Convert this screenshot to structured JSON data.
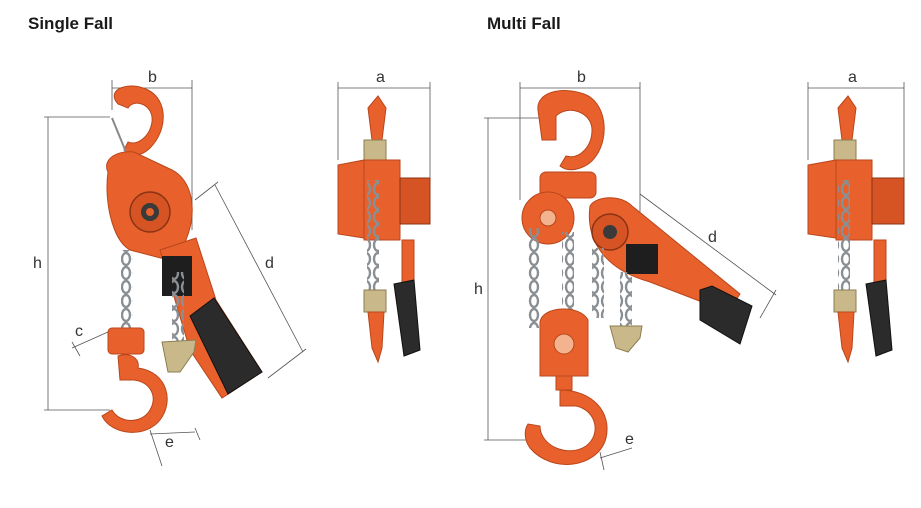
{
  "titles": {
    "single": "Single Fall",
    "multi": "Multi Fall"
  },
  "dimensions": {
    "single_front": {
      "b": "b",
      "h": "h",
      "d": "d",
      "c": "c",
      "e": "e"
    },
    "single_side": {
      "a": "a"
    },
    "multi_front": {
      "b": "b",
      "h": "h",
      "d": "d",
      "e": "e"
    },
    "multi_side": {
      "a": "a"
    }
  },
  "colors": {
    "orange": "#e8612c",
    "orange_dark": "#b9461b",
    "chain": "#9ea3a8",
    "handle": "#2b2b2b",
    "khaki": "#c9b98a",
    "dim_line": "#555555"
  }
}
